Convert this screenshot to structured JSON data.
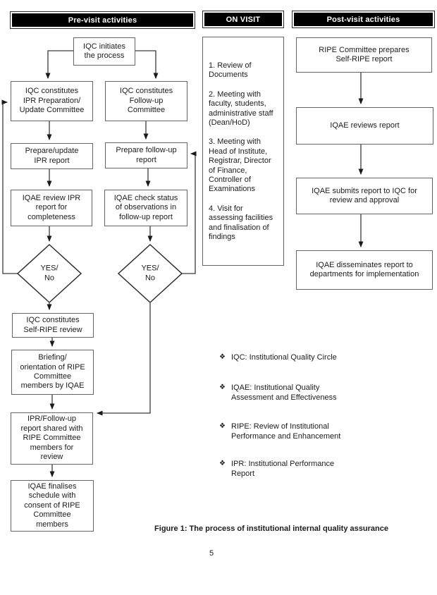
{
  "headers": {
    "pre_visit": "Pre-visit activities",
    "on_visit": "ON VISIT",
    "post_visit": "Post-visit activities"
  },
  "pre_visit": {
    "iqc_initiates": "IQC initiates\nthe process",
    "iqc_constitutes_ipr": "IQC constitutes\nIPR Preparation/\nUpdate Committee",
    "iqc_constitutes_followup": "IQC constitutes\nFollow-up\nCommittee",
    "prepare_update_ipr": "Prepare/update\nIPR report",
    "prepare_followup": "Prepare follow-up\nreport",
    "iqae_review_ipr": "IQAE review IPR\nreport for\ncompleteness",
    "iqae_check_status": "IQAE check status\nof observations in\nfollow-up report",
    "decision_left": "YES/\nNo",
    "decision_right": "YES/\nNo",
    "iqc_self_ripe": "IQC constitutes\nSelf-RIPE review",
    "briefing": "Briefing/\norientation of RIPE\nCommittee\nmembers by IQAE",
    "ipr_shared": "IPR/Follow-up\nreport shared with\nRIPE Committee\nmembers for\nreview",
    "iqae_finalises": "IQAE finalises\nschedule with\nconsent of RIPE\nCommittee\nmembers"
  },
  "on_visit": {
    "items": [
      "1. Review of\nDocuments",
      "2. Meeting with\nfaculty, students,\nadministrative staff\n(Dean/HoD)",
      "3. Meeting with\nHead of Institute,\nRegistrar, Director\nof Finance,\nController of\nExaminations",
      "4. Visit for\nassessing facilities\nand finalisation of\nfindings"
    ]
  },
  "post_visit": {
    "ripe_prepares": "RIPE Committee prepares\nSelf-RIPE report",
    "iqae_reviews": "IQAE reviews report",
    "iqae_submits": "IQAE submits report to IQC for\nreview and approval",
    "iqae_disseminates": "IQAE disseminates report to\ndepartments for implementation"
  },
  "legend": {
    "bullet_glyph": "❖",
    "items": [
      "IQC: Institutional Quality Circle",
      "IQAE: Institutional Quality\nAssessment and Effectiveness",
      "RIPE: Review of Institutional\nPerformance and Enhancement",
      "IPR: Institutional Performance\nReport"
    ]
  },
  "caption": "Figure 1: The process of institutional internal quality assurance",
  "page_number": "5",
  "colors": {
    "banner_fill": "#000000",
    "banner_text": "#ffffff",
    "box_border": "#646464",
    "line": "#3a3a3a"
  }
}
